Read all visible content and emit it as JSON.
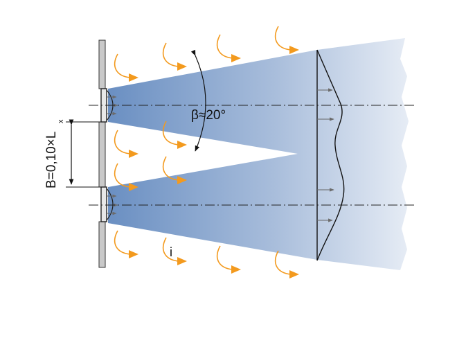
{
  "labels": {
    "angle": "β≈20°",
    "spacing": "B=0,10×L",
    "spacing_sub": "x",
    "induction_marker": "i"
  },
  "colors": {
    "jet_dark": "#6f93c4",
    "jet_light": "#e8eef6",
    "arrow_orange": "#f39a1e",
    "wall_fill": "#c8c8c8",
    "line": "#111111",
    "arrow_gray": "#707070"
  }
}
